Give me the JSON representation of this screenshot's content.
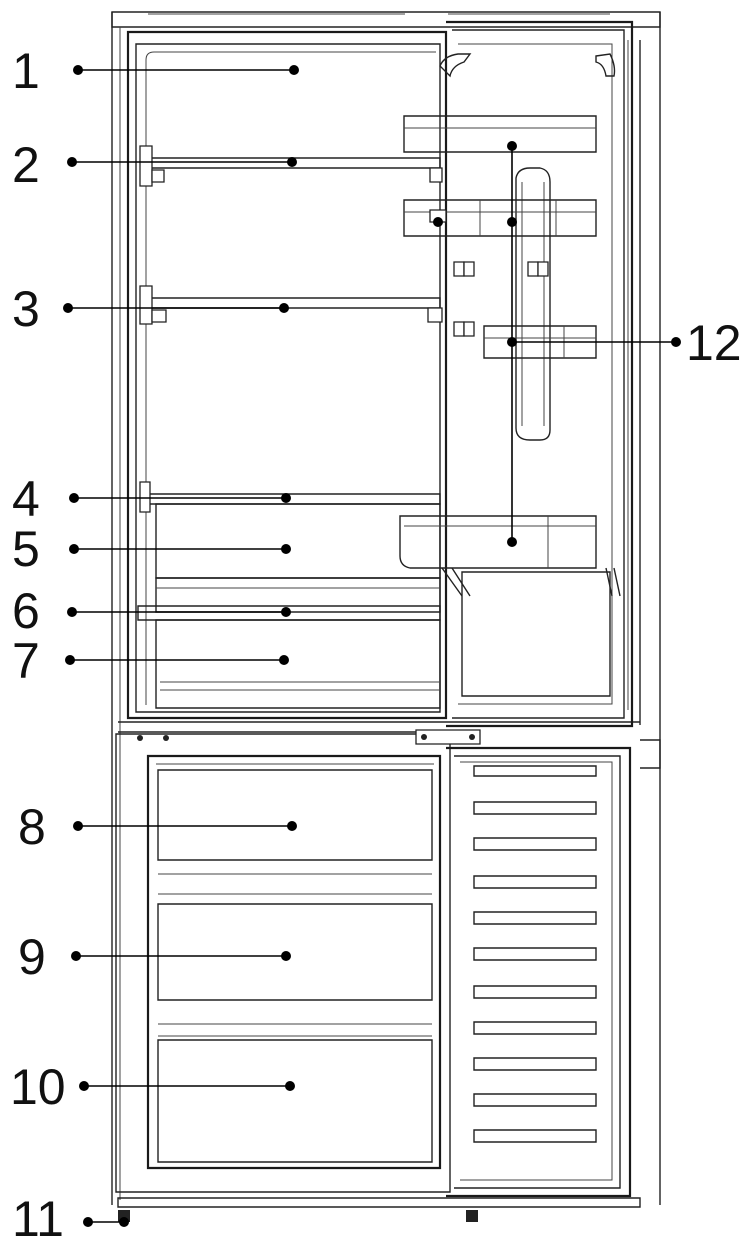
{
  "labels": [
    "1",
    "2",
    "3",
    "4",
    "5",
    "6",
    "7",
    "8",
    "9",
    "10",
    "11",
    "12"
  ],
  "colors": {
    "line": "#222222",
    "background": "#ffffff",
    "text": "#111111"
  }
}
